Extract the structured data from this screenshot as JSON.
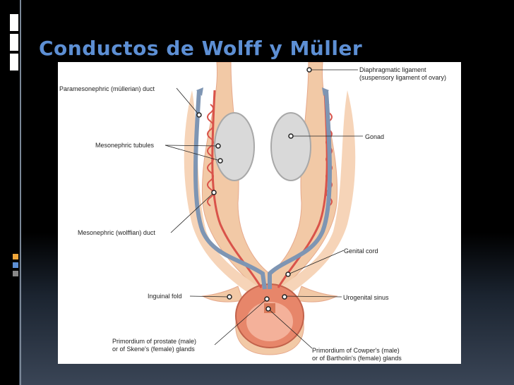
{
  "slide": {
    "title": "Conductos de Wolff y Müller"
  },
  "diagram": {
    "labels": {
      "paramesonephric": "Paramesonephric (müllerian) duct",
      "mesonephric_tubules": "Mesonephric tubules",
      "mesonephric_duct": "Mesonephric (wolffian) duct",
      "inguinal_fold": "Inguinal fold",
      "prostate_1": "Primordium of prostate (male)",
      "prostate_2": "or of Skene's (female) glands",
      "diaphragmatic_1": "Diaphragmatic ligament",
      "diaphragmatic_2": "(suspensory ligament of ovary)",
      "gonad": "Gonad",
      "genital_cord": "Genital cord",
      "urogenital_sinus": "Urogenital sinus",
      "cowper_1": "Primordium of Cowper's (male)",
      "cowper_2": "or of Bartholin's (female) glands"
    }
  },
  "colors": {
    "title": "#5d8fd4",
    "tissue": "#f2c9a6",
    "red_vessel": "#d9534a",
    "blue_duct": "#7e95b3",
    "gonad": "#d9d9d9"
  }
}
